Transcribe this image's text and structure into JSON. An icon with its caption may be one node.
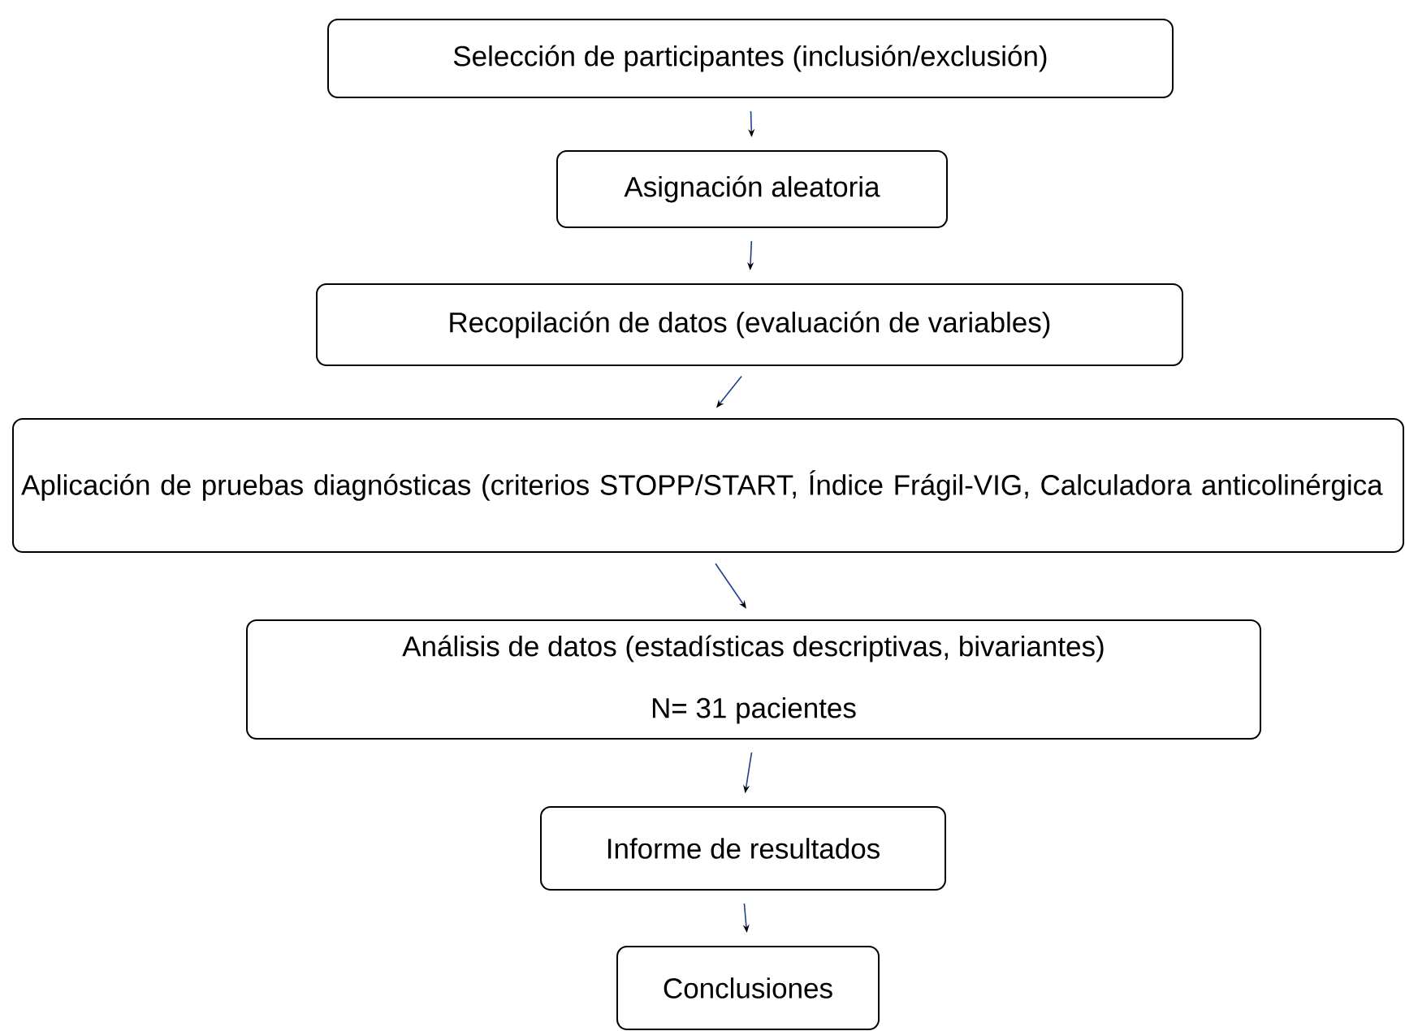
{
  "diagram": {
    "nodes": [
      {
        "text": [
          "Selección de participantes (inclusión/exclusión)"
        ]
      },
      {
        "text": [
          "Asignación aleatoria"
        ]
      },
      {
        "text": [
          "Recopilación de datos (evaluación de variables)"
        ]
      },
      {
        "text": [
          "Aplicación de pruebas diagnósticas (criterios STOPP/START, Índice Frágil-VIG, Calculadora anticolinérgica"
        ]
      },
      {
        "text": [
          "Análisis de datos (estadísticas descriptivas, bivariantes)",
          "N= 31 pacientes"
        ]
      },
      {
        "text": [
          "Informe de resultados"
        ]
      },
      {
        "text": [
          "Conclusiones"
        ]
      }
    ],
    "edges": [
      {
        "from": 0,
        "to": 1,
        "arrow": "to"
      },
      {
        "from": 1,
        "to": 2,
        "arrow": "to"
      },
      {
        "from": 2,
        "to": 3,
        "arrow": "to"
      },
      {
        "from": 3,
        "to": 4,
        "arrow": "to"
      },
      {
        "from": 4,
        "to": 5,
        "arrow": "to"
      },
      {
        "from": 5,
        "to": 6,
        "arrow": "to"
      }
    ]
  }
}
